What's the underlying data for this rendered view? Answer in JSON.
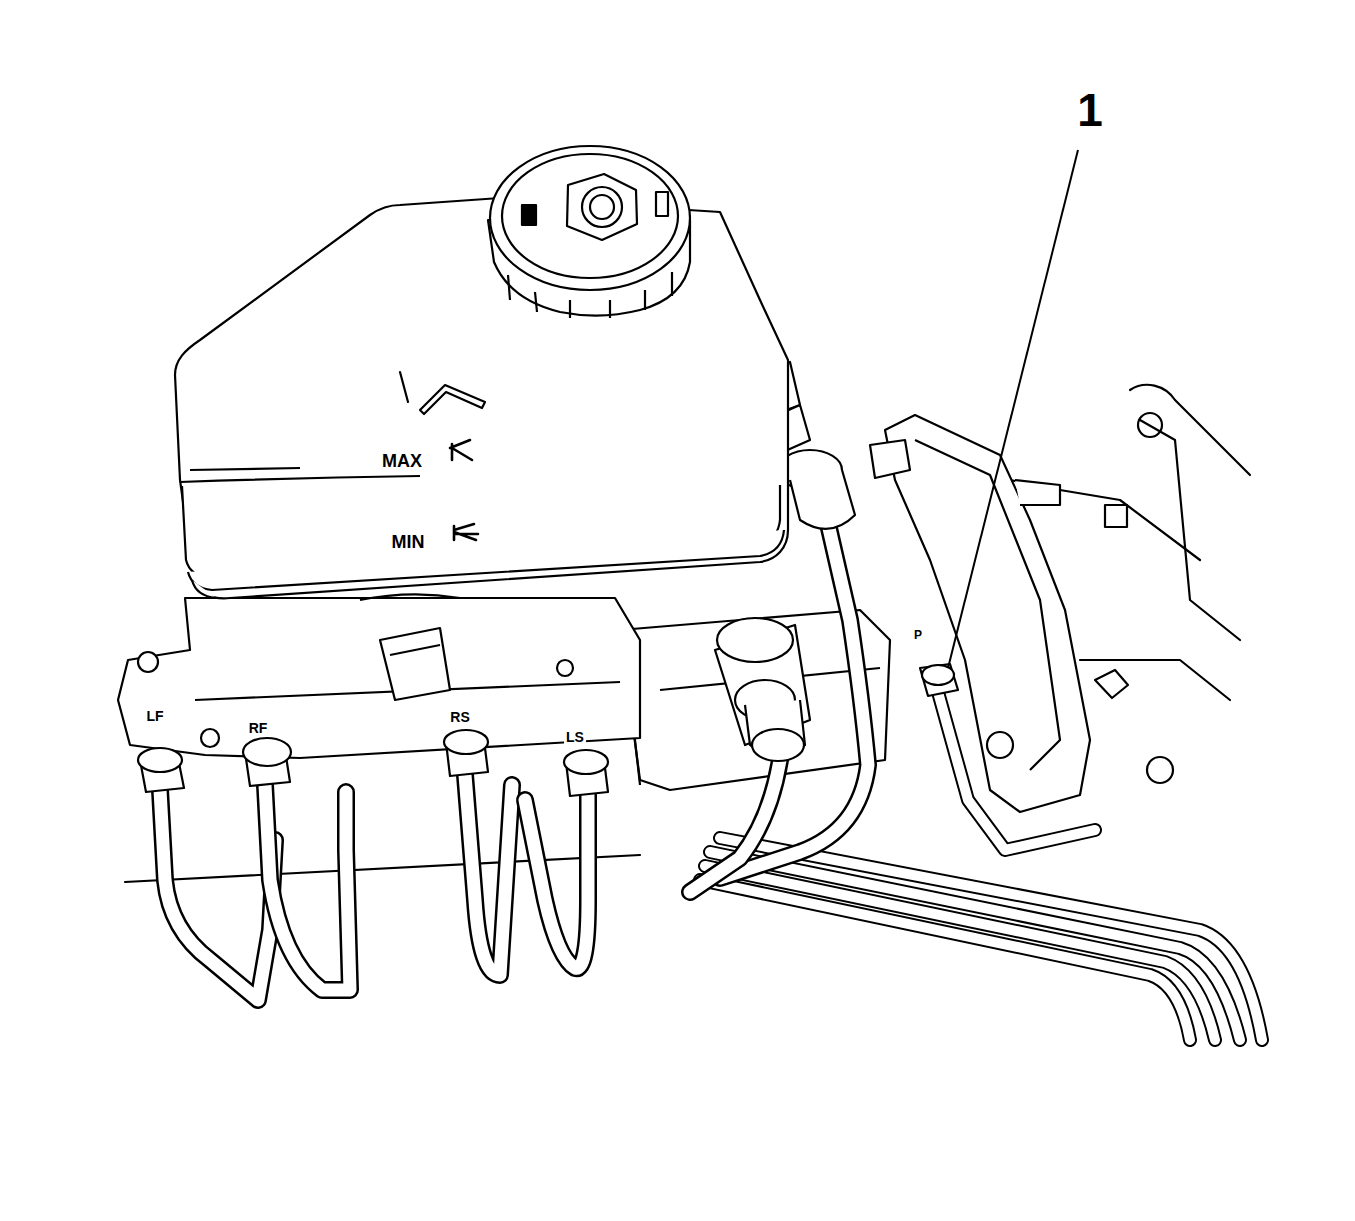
{
  "diagram": {
    "labels": [
      "1",
      "MAX",
      "MIN",
      "LF",
      "RF",
      "RS",
      "LS",
      "P"
    ]
  }
}
